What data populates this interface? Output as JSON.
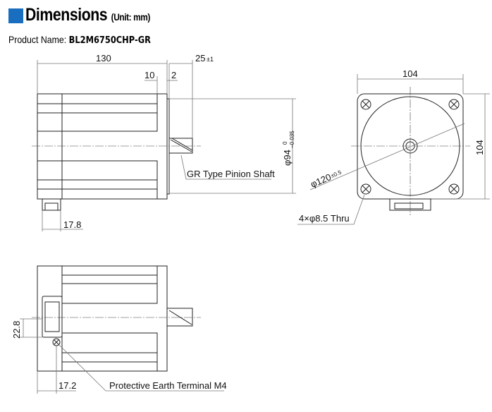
{
  "header": {
    "title": "Dimensions",
    "unit": "(Unit: mm)",
    "accent_color": "#1a6ec0"
  },
  "product": {
    "label": "Product Name:",
    "name": "BL2M6750CHP-GR"
  },
  "side_view": {
    "dim_length": "130",
    "dim_flange": "10",
    "dim_gap": "2",
    "dim_shaft": "25",
    "dim_shaft_tol": "±1",
    "dim_pilot": "φ94",
    "dim_pilot_tol_upper": "0",
    "dim_pilot_tol_lower": "−0.035",
    "dim_connector": "17.8",
    "shaft_label": "GR Type Pinion Shaft"
  },
  "front_view": {
    "dim_width": "104",
    "dim_height": "104",
    "dim_pcd": "φ120",
    "dim_pcd_tol": "±0.5",
    "holes_label": "4×φ8.5 Thru"
  },
  "bottom_view": {
    "dim_connector_height": "22.8",
    "dim_terminal": "17.2",
    "terminal_label": "Protective Earth Terminal M4"
  }
}
